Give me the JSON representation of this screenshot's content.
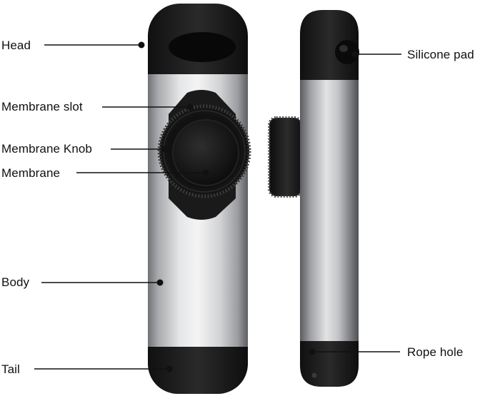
{
  "labels": {
    "head": "Head",
    "membrane_slot": "Membrane slot",
    "membrane_knob": "Membrane Knob",
    "membrane": "Membrane",
    "body": "Body",
    "tail": "Tail",
    "silicone_pad": "Silicone pad",
    "rope_hole": "Rope hole"
  },
  "colors": {
    "cap": "#1d1d1d",
    "body_metal": "#c9cacc",
    "line": "#111111",
    "text": "#111111"
  }
}
